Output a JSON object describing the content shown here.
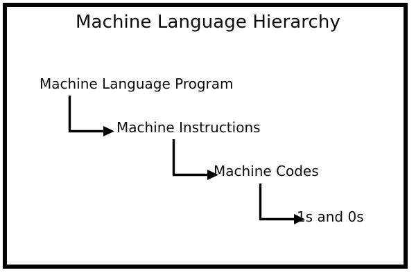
{
  "slide": {
    "title": "Machine Language Hierarchy",
    "background_color": "#ffffff",
    "border_color": "#000000",
    "text_color": "#0a0a0a"
  },
  "diagram": {
    "type": "hierarchy-flow",
    "orientation": "top-left-to-bottom-right-cascade",
    "nodes": [
      {
        "id": "node-1",
        "label": "Machine Language Program",
        "level": 1
      },
      {
        "id": "node-2",
        "label": "Machine Instructions",
        "level": 2
      },
      {
        "id": "node-3",
        "label": "Machine Codes",
        "level": 3
      },
      {
        "id": "node-4",
        "label": "1s and 0s",
        "level": 4
      }
    ],
    "connectors": [
      {
        "id": "connector-1",
        "from": "node-1",
        "to": "node-2",
        "shape": "elbow-down-right",
        "arrowhead": "solid-triangle"
      },
      {
        "id": "connector-2",
        "from": "node-2",
        "to": "node-3",
        "shape": "elbow-down-right",
        "arrowhead": "solid-triangle"
      },
      {
        "id": "connector-3",
        "from": "node-3",
        "to": "node-4",
        "shape": "elbow-down-right",
        "arrowhead": "solid-triangle"
      }
    ]
  }
}
